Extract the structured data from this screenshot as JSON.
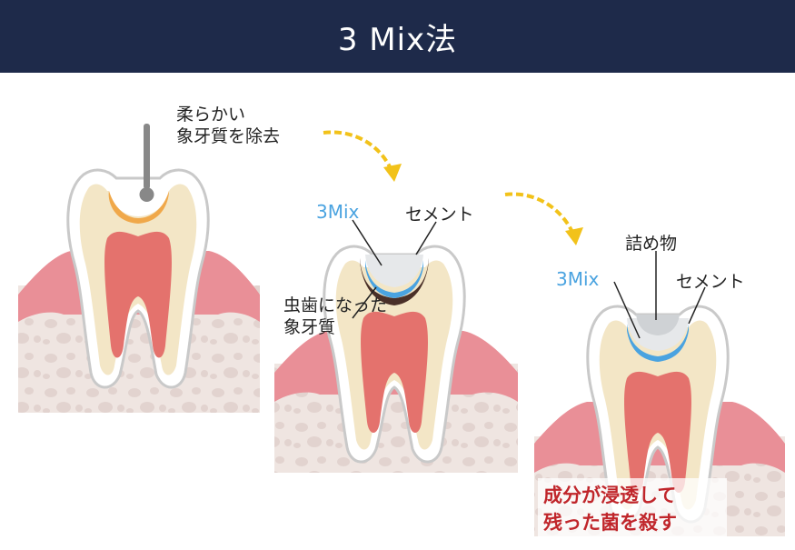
{
  "header": {
    "title": "3 Mix法"
  },
  "step1": {
    "label_line1": "柔らかい",
    "label_line2": "象牙質を除去"
  },
  "step2": {
    "mix_label": "3Mix",
    "cement_label": "セメント",
    "caries_line1": "虫歯になった",
    "caries_line2": "象牙質"
  },
  "step3": {
    "filling_label": "詰め物",
    "mix_label": "3Mix",
    "cement_label": "セメント",
    "result_line1": "成分が浸透して",
    "result_line2": "残った菌を殺す"
  },
  "colors": {
    "header_bg": "#1e2a4a",
    "mix_blue": "#4aa3e0",
    "result_red": "#c0262b",
    "arrow_yellow": "#f2c21a",
    "gum_pink": "#e98f97",
    "bone": "#efe5e1",
    "pulp": "#e4726d",
    "dentin": "#f3e6c6",
    "enamel": "#ffffff",
    "caries_orange": "#f0a84a",
    "caries_brown": "#4a3028",
    "filling_gray": "#cfd2d5"
  }
}
